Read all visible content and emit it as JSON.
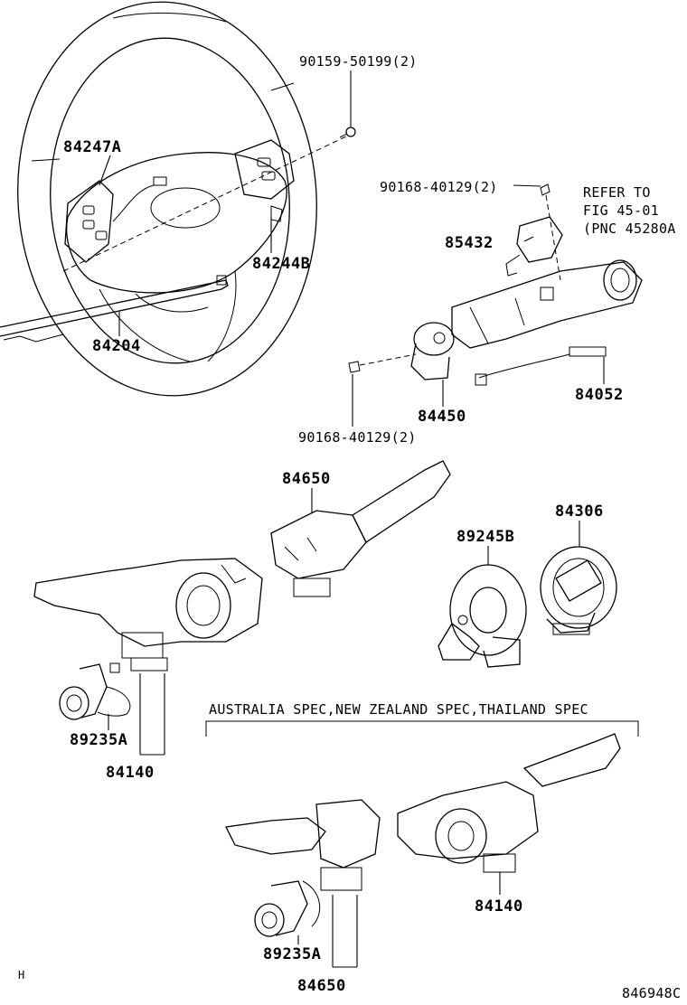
{
  "labels": {
    "bolt_90159": "90159-50199(2)",
    "switch_84247a": "84247A",
    "screw_90168_top": "90168-40129(2)",
    "refer_line1": "REFER TO",
    "refer_line2": "FIG 45-01",
    "refer_line3": "(PNC 45280A",
    "sensor_85432": "85432",
    "switch_84244b": "84244B",
    "harness_84204": "84204",
    "cable_84052": "84052",
    "switch_84450": "84450",
    "screw_90168_bottom": "90168-40129(2)",
    "switch_84650_top": "84650",
    "clock_84306": "84306",
    "spiral_89245b": "89245B",
    "sensor_89235a_top": "89235A",
    "assembly_84140_top": "84140",
    "spec_note": "AUSTRALIA SPEC,NEW ZEALAND SPEC,THAILAND SPEC",
    "assembly_84140_bottom": "84140",
    "sensor_89235a_bottom": "89235A",
    "switch_84650_bottom": "84650",
    "corner_mark": "H",
    "figure_code": "846948C"
  }
}
